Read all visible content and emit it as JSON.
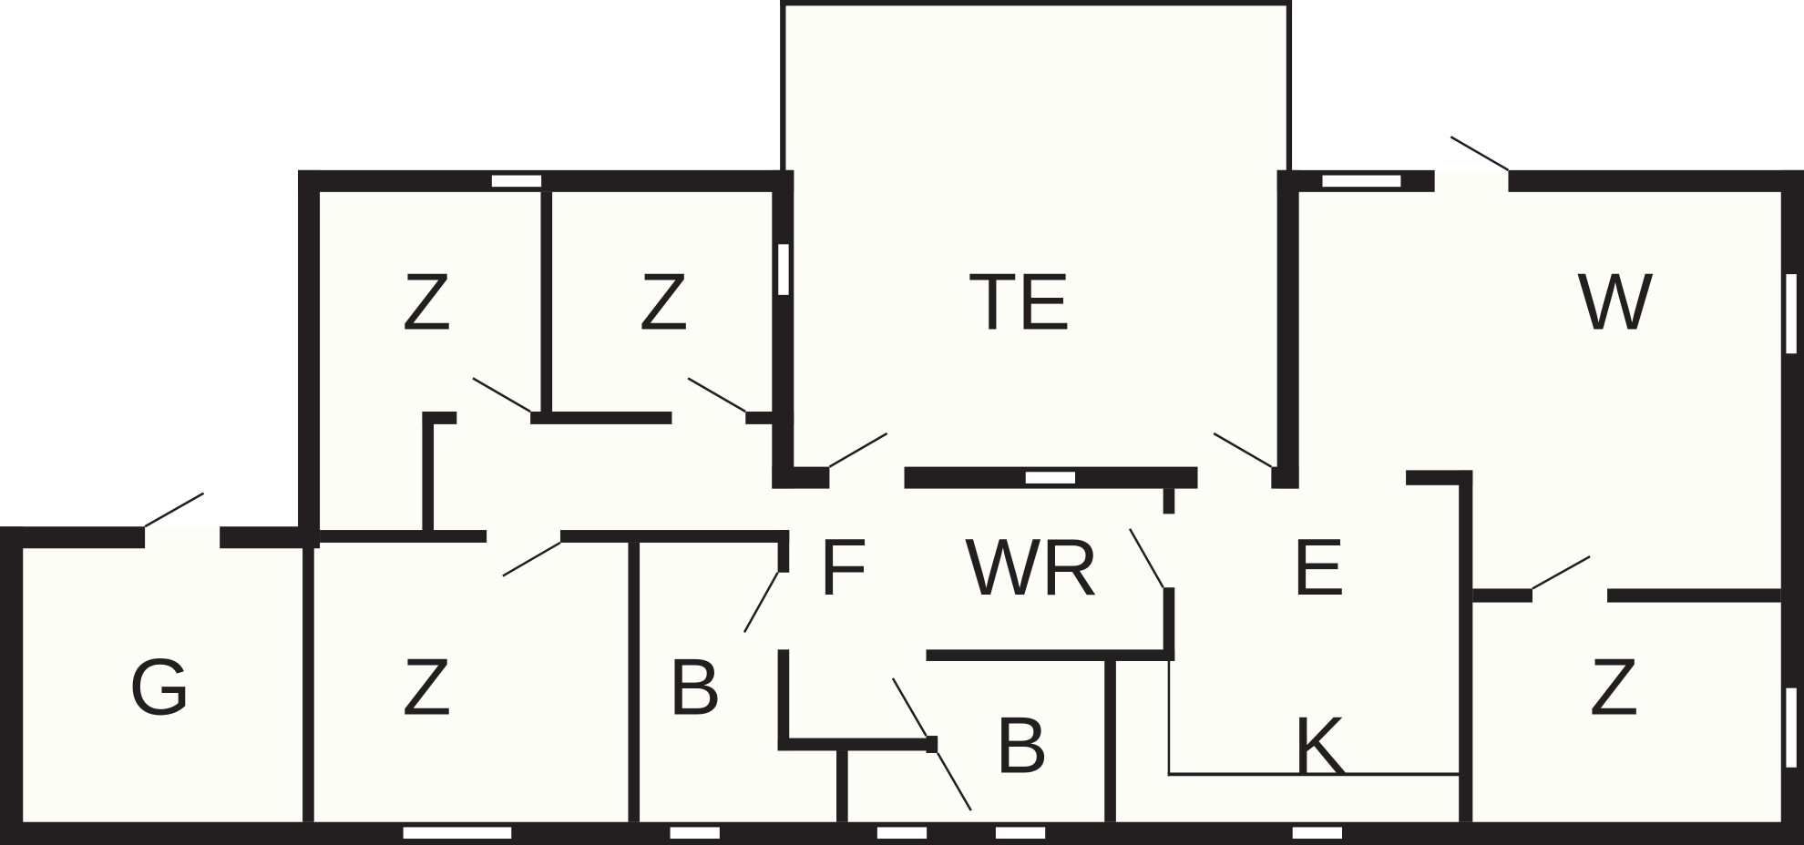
{
  "floorplan": {
    "rooms": [
      {
        "id": "z1",
        "label": "Z"
      },
      {
        "id": "z2",
        "label": "Z"
      },
      {
        "id": "te",
        "label": "TE"
      },
      {
        "id": "w",
        "label": "W"
      },
      {
        "id": "f",
        "label": "F"
      },
      {
        "id": "wr",
        "label": "WR"
      },
      {
        "id": "e",
        "label": "E"
      },
      {
        "id": "g",
        "label": "G"
      },
      {
        "id": "z3",
        "label": "Z"
      },
      {
        "id": "b1",
        "label": "B"
      },
      {
        "id": "b2",
        "label": "B"
      },
      {
        "id": "k",
        "label": "K"
      },
      {
        "id": "z4",
        "label": "Z"
      }
    ],
    "colors": {
      "wall": "#231f20",
      "floor": "#fcfdf7"
    }
  }
}
